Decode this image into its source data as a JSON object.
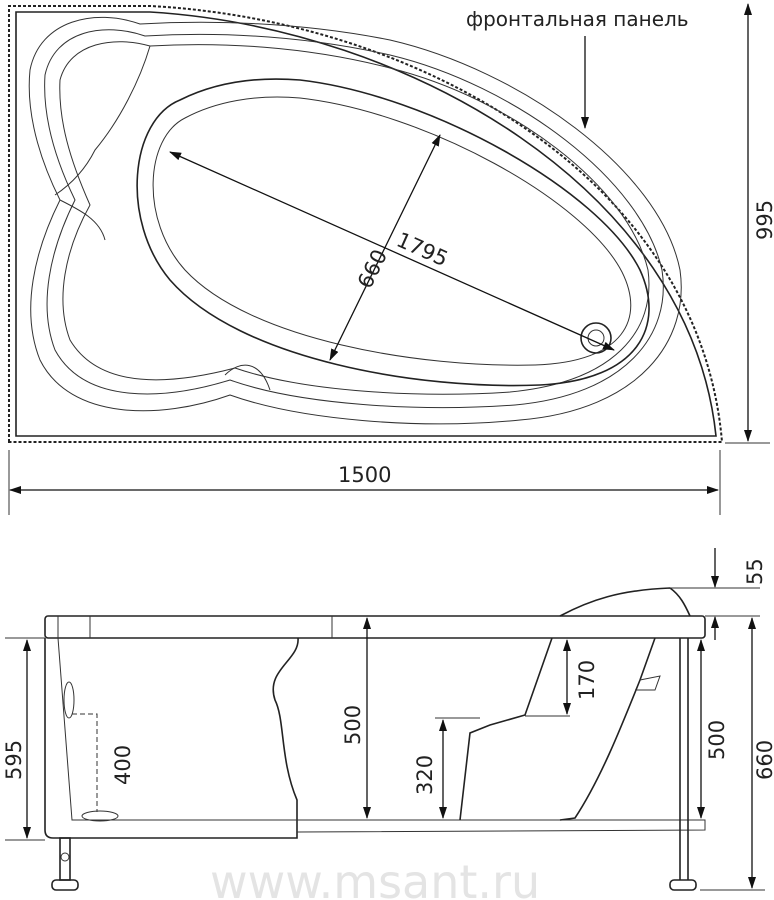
{
  "top_view": {
    "front_panel_label": "фронтальная панель",
    "dim_length": "1795",
    "dim_width_inner": "660",
    "dim_overall_width": "1500",
    "dim_overall_depth": "995"
  },
  "side_view": {
    "dim_headrest": "55",
    "dim_seat_step": "170",
    "dim_inner_depth_center": "500",
    "dim_inner_depth_right": "500",
    "dim_seat_height": "320",
    "dim_overflow": "400",
    "dim_rim_height": "595",
    "dim_total_height": "660"
  },
  "watermark": "www.msant.ru"
}
